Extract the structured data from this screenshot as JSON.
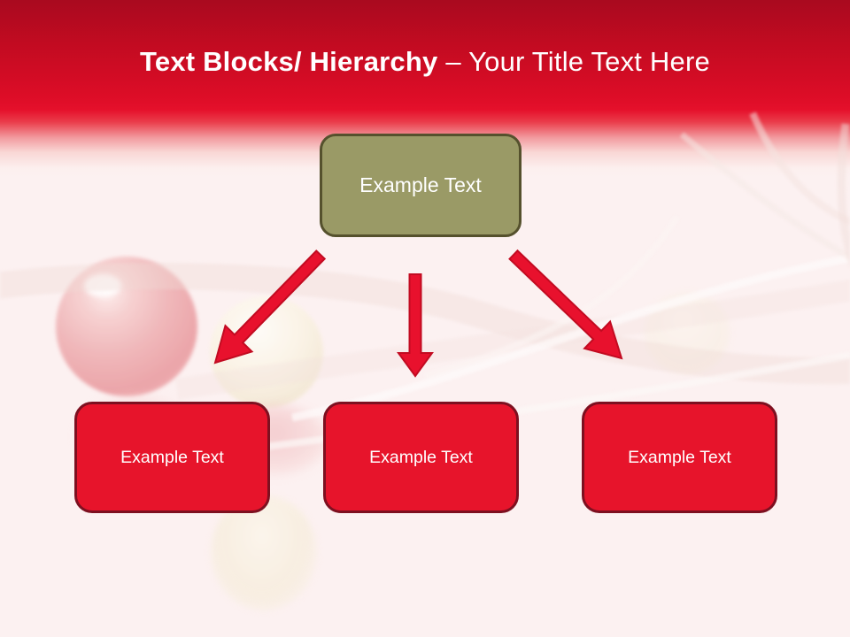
{
  "title": {
    "bold": "Text Blocks/ Hierarchy",
    "regular": "– Your Title Text Here"
  },
  "nodes": {
    "root": {
      "label": "Example Text"
    },
    "children": [
      {
        "label": "Example Text"
      },
      {
        "label": "Example Text"
      },
      {
        "label": "Example Text"
      }
    ]
  },
  "colors": {
    "header_red_top": "#a90a1f",
    "header_red_bottom": "#e5102b",
    "background": "#fcf1f1",
    "root_fill": "#9a9a66",
    "root_border": "#55512d",
    "child_fill": "#e7142b",
    "child_border": "#7d1020",
    "arrow_fill": "#e8112d",
    "arrow_border": "#c20b21",
    "text": "#ffffff"
  }
}
